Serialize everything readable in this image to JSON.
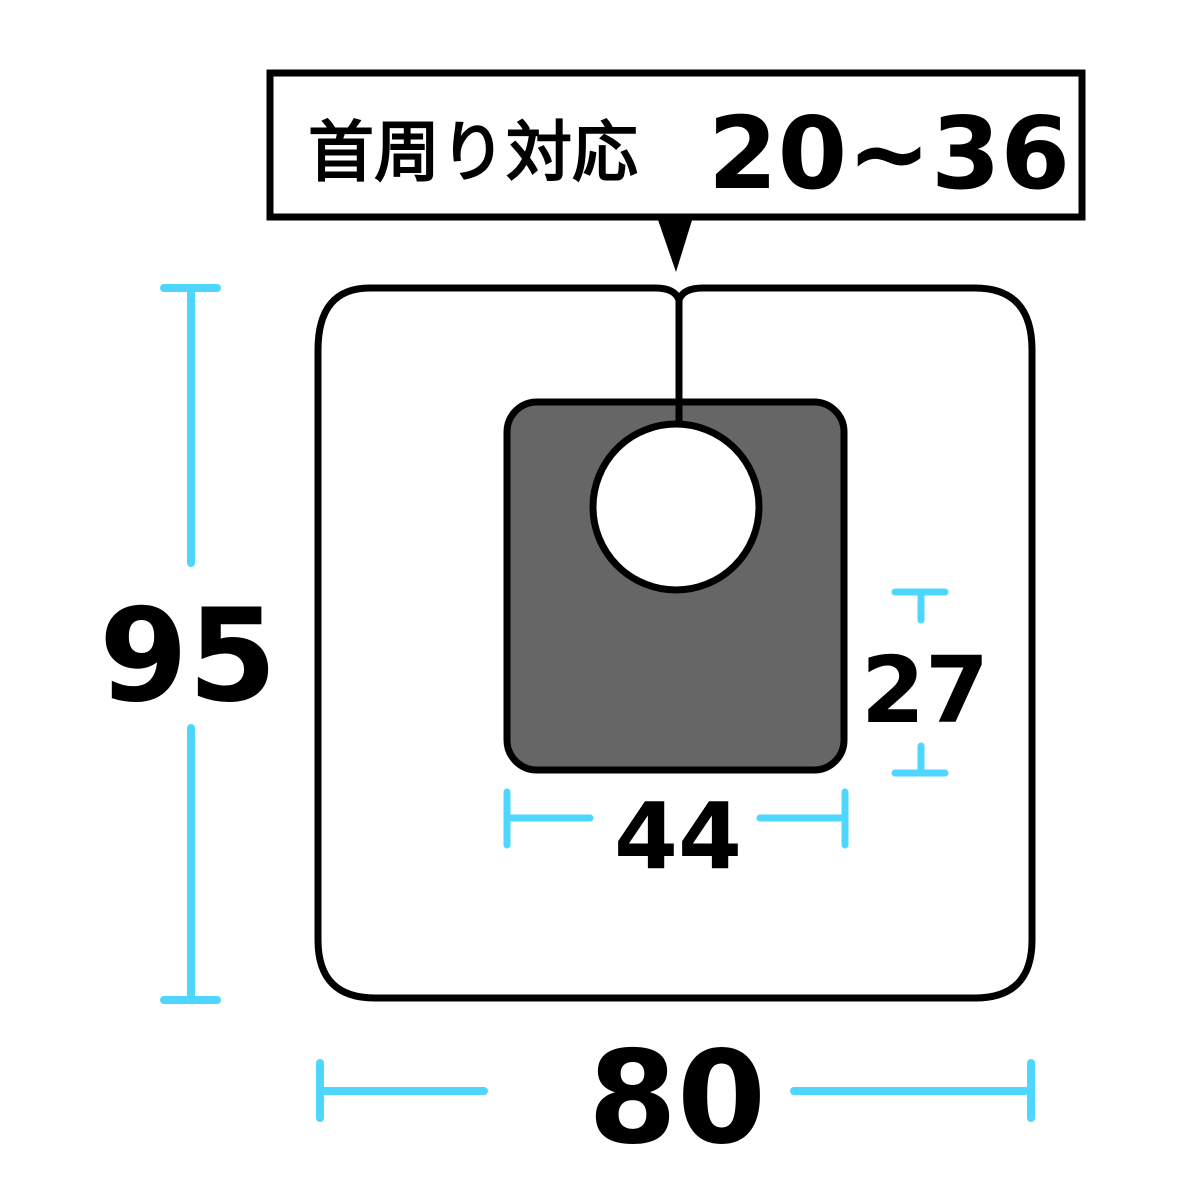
{
  "callout": {
    "label": "首周り対応",
    "range": "20~36"
  },
  "dimensions": {
    "total_height": "95",
    "total_width": "80",
    "pocket_width": "44",
    "pocket_height": "27"
  },
  "colors": {
    "outline": "#000000",
    "pocket_fill": "#666666",
    "dimension_line": "#4fd6ff",
    "background": "#ffffff"
  }
}
